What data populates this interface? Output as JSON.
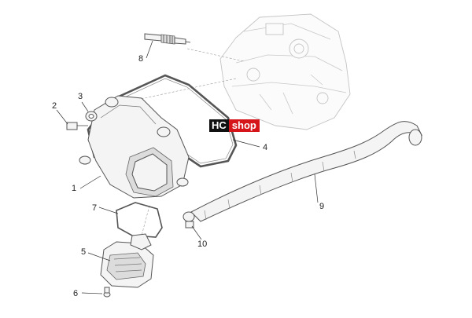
{
  "logo": {
    "part1": "HC",
    "part2": "shop"
  },
  "callouts": [
    "1",
    "2",
    "3",
    "4",
    "5",
    "6",
    "7",
    "8",
    "9",
    "10"
  ]
}
